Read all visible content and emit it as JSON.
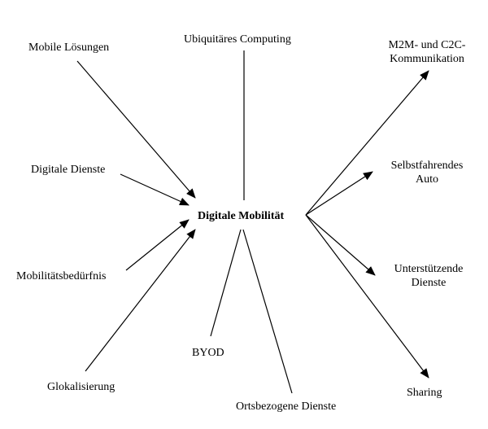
{
  "diagram": {
    "center": "Digitale Mobilität",
    "inputs": [
      {
        "id": "mobile",
        "label": "Mobile Lösungen"
      },
      {
        "id": "dienste",
        "label": "Digitale Dienste"
      },
      {
        "id": "bedarf",
        "label": "Mobilitätsbedürfnis"
      },
      {
        "id": "glokal",
        "label": "Glokalisierung"
      }
    ],
    "plain": [
      {
        "id": "ubi",
        "label": "Ubiquitäres Computing"
      },
      {
        "id": "byod",
        "label": "BYOD"
      },
      {
        "id": "orts",
        "label": "Ortsbezogene Dienste"
      }
    ],
    "outputs": [
      {
        "id": "m2m",
        "label_line1": "M2M- und C2C-",
        "label_line2": "Kommunikation"
      },
      {
        "id": "auto",
        "label_line1": "Selbstfahrendes",
        "label_line2": "Auto"
      },
      {
        "id": "unter",
        "label_line1": "Unterstützende",
        "label_line2": "Dienste"
      },
      {
        "id": "sharing",
        "label": "Sharing"
      }
    ]
  }
}
